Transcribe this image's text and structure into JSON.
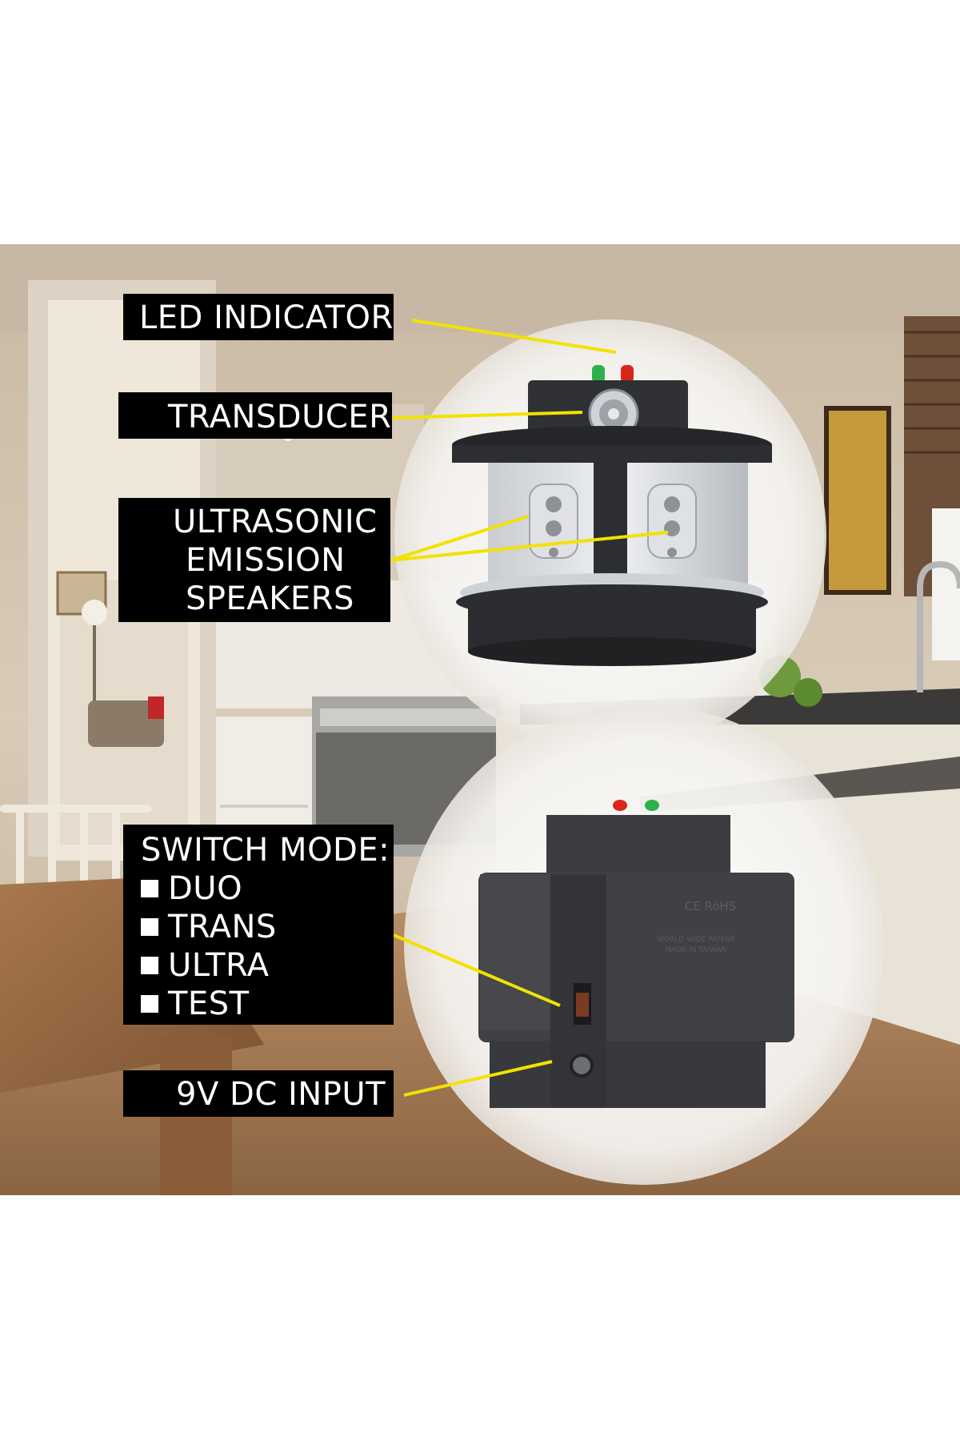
{
  "labels": {
    "led": "LED INDICATOR",
    "transducer": "TRANSDUCER",
    "speakers": [
      "ULTRASONIC",
      "EMISSION",
      "SPEAKERS"
    ],
    "switch_title": "SWITCH MODE:",
    "switch_modes": [
      "DUO",
      "TRANS",
      "ULTRA",
      "TEST"
    ],
    "dc_input": "9V DC INPUT"
  },
  "device_markings": {
    "line1": "WORLD WIDE PATENT",
    "line2": "MADE IN TAIWAN",
    "logos": "CE RoHS"
  },
  "colors": {
    "leader_line": "#f2e200",
    "label_bg": "#000000",
    "label_text": "#ffffff",
    "led_green": "#2bb24a",
    "led_red": "#d8261c"
  }
}
